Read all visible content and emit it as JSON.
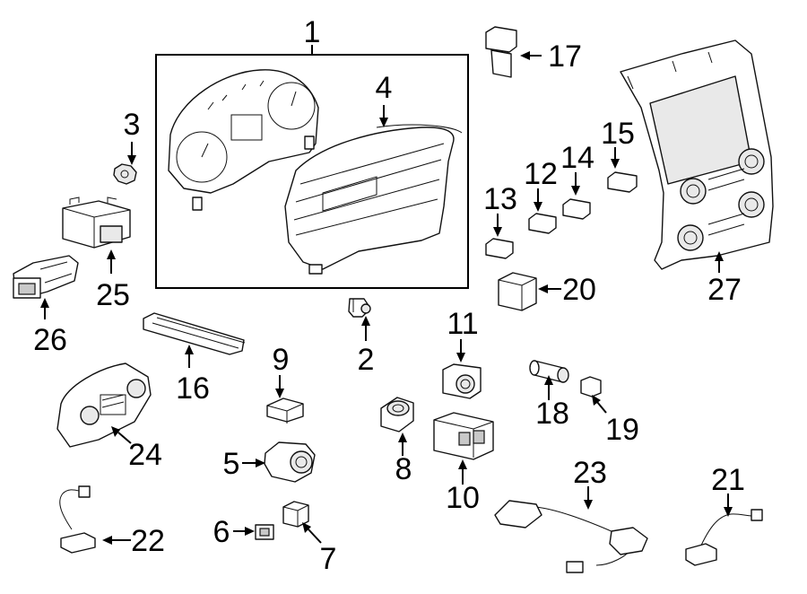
{
  "callouts": [
    {
      "id": "1",
      "label": "1"
    },
    {
      "id": "2",
      "label": "2"
    },
    {
      "id": "3",
      "label": "3"
    },
    {
      "id": "4",
      "label": "4"
    },
    {
      "id": "5",
      "label": "5"
    },
    {
      "id": "6",
      "label": "6"
    },
    {
      "id": "7",
      "label": "7"
    },
    {
      "id": "8",
      "label": "8"
    },
    {
      "id": "9",
      "label": "9"
    },
    {
      "id": "10",
      "label": "10"
    },
    {
      "id": "11",
      "label": "11"
    },
    {
      "id": "12",
      "label": "12"
    },
    {
      "id": "13",
      "label": "13"
    },
    {
      "id": "14",
      "label": "14"
    },
    {
      "id": "15",
      "label": "15"
    },
    {
      "id": "16",
      "label": "16"
    },
    {
      "id": "17",
      "label": "17"
    },
    {
      "id": "18",
      "label": "18"
    },
    {
      "id": "19",
      "label": "19"
    },
    {
      "id": "20",
      "label": "20"
    },
    {
      "id": "21",
      "label": "21"
    },
    {
      "id": "22",
      "label": "22"
    },
    {
      "id": "23",
      "label": "23"
    },
    {
      "id": "24",
      "label": "24"
    },
    {
      "id": "25",
      "label": "25"
    },
    {
      "id": "26",
      "label": "26"
    },
    {
      "id": "27",
      "label": "27"
    }
  ],
  "colors": {
    "line": "#111111",
    "background": "#ffffff"
  }
}
